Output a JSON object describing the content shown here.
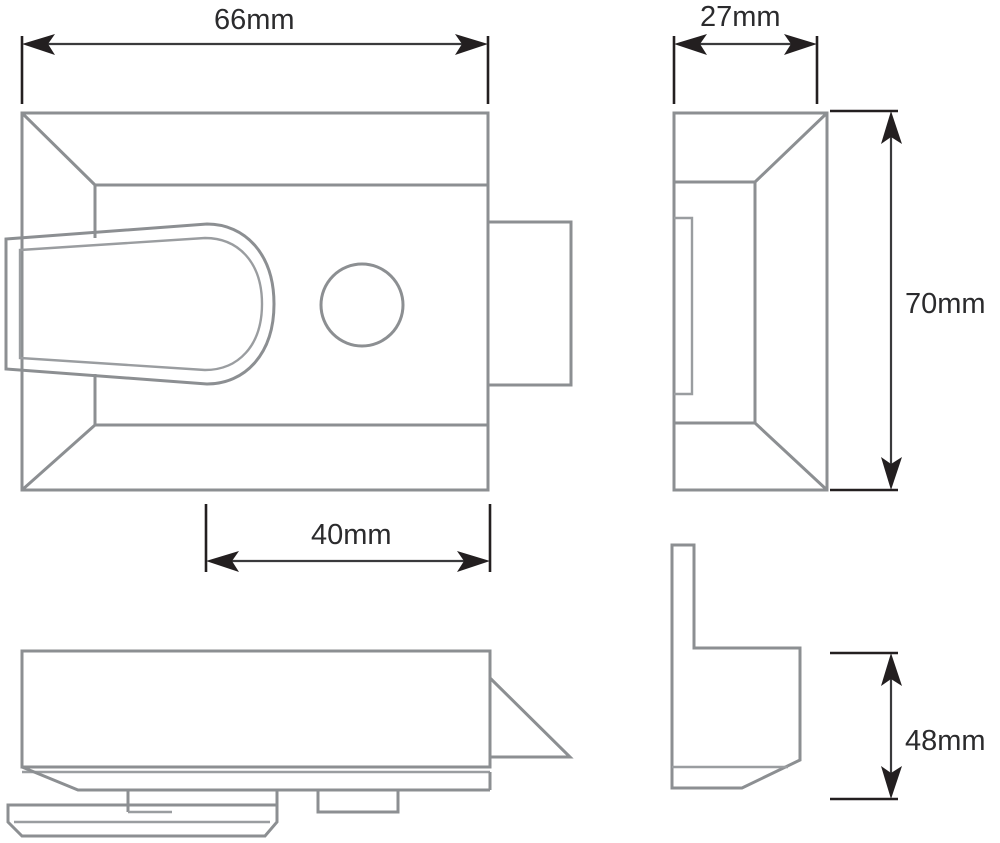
{
  "drawing": {
    "type": "technical-dimension-drawing",
    "subject": "night-latch-door-lock",
    "background_color": "#ffffff",
    "line_color": "#8c8f92",
    "dimension_color": "#231f20",
    "text_color": "#2b2b2d",
    "units": "mm"
  },
  "dimensions": {
    "width_66": {
      "label": "66mm",
      "value": 66,
      "orientation": "horizontal",
      "applies_to": "front-view-body-width"
    },
    "backset_40": {
      "label": "40mm",
      "value": 40,
      "orientation": "horizontal",
      "applies_to": "front-view-keyhole-offset"
    },
    "depth_27": {
      "label": "27mm",
      "value": 27,
      "orientation": "horizontal",
      "applies_to": "side-view-depth"
    },
    "height_70": {
      "label": "70mm",
      "value": 70,
      "orientation": "vertical",
      "applies_to": "side-view-height"
    },
    "keep_height_48": {
      "label": "48mm",
      "value": 48,
      "orientation": "vertical",
      "applies_to": "strike-keep-height"
    }
  },
  "views": {
    "front": {
      "name": "Front view of lock case with thumbturn and cylinder hole",
      "features": [
        "case-outline",
        "chamfered-corners",
        "thumbturn-lever",
        "cylinder-circle",
        "latch-bolt-protrusion"
      ]
    },
    "side": {
      "name": "Side view of lock case",
      "features": [
        "case-outline",
        "chamfered-corners",
        "inner-slot"
      ]
    },
    "top": {
      "name": "Top / underside view of lock case",
      "features": [
        "case-outline",
        "bevel-triangle",
        "base-plate",
        "mounting-tabs"
      ]
    },
    "keep": {
      "name": "Strike keep profile view",
      "features": [
        "l-profile",
        "chamfered-foot"
      ]
    }
  }
}
